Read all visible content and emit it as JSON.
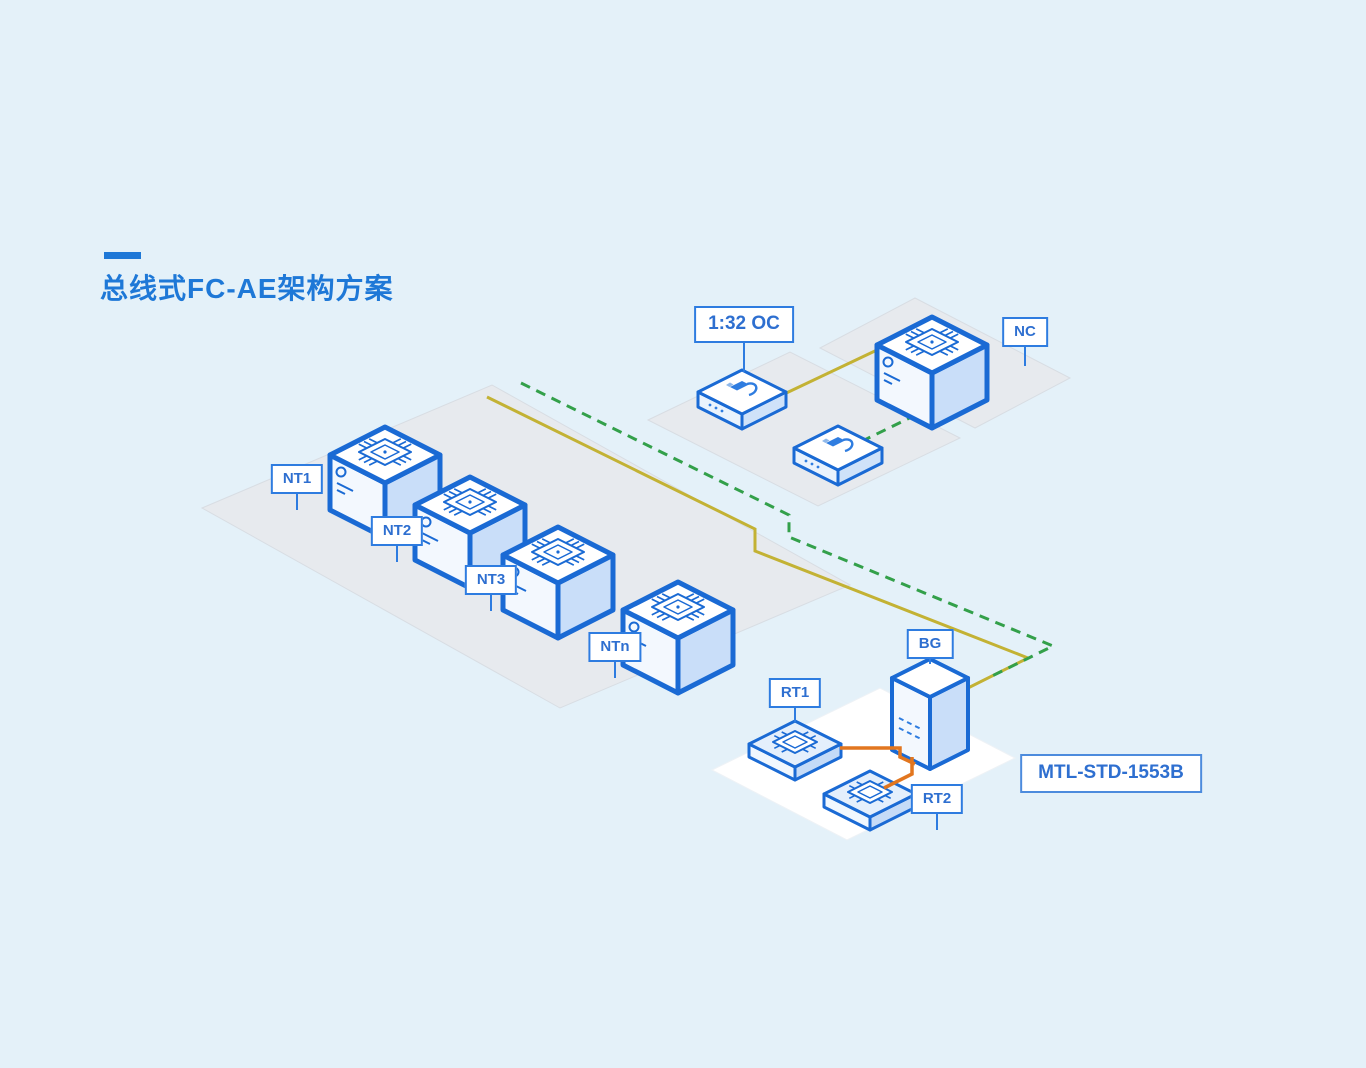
{
  "title": {
    "text": "总线式FC-AE架构方案"
  },
  "diagram": {
    "labels": [
      {
        "id": "nt1",
        "text": "NT1"
      },
      {
        "id": "nt2",
        "text": "NT2"
      },
      {
        "id": "nt3",
        "text": "NT3"
      },
      {
        "id": "ntn",
        "text": "NTn"
      },
      {
        "id": "oc",
        "text": "1:32 OC"
      },
      {
        "id": "nc",
        "text": "NC"
      },
      {
        "id": "bg",
        "text": "BG"
      },
      {
        "id": "rt1",
        "text": "RT1"
      },
      {
        "id": "rt2",
        "text": "RT2"
      },
      {
        "id": "mtl",
        "text": "MTL-STD-1553B"
      }
    ],
    "nodes": [
      {
        "id": "NT1",
        "type": "network-terminal-cube",
        "platform": "nt-platform"
      },
      {
        "id": "NT2",
        "type": "network-terminal-cube",
        "platform": "nt-platform"
      },
      {
        "id": "NT3",
        "type": "network-terminal-cube",
        "platform": "nt-platform"
      },
      {
        "id": "NTn",
        "type": "network-terminal-cube",
        "platform": "nt-platform"
      },
      {
        "id": "1:32 OC",
        "type": "optical-coupler-pair",
        "platform": "oc-platform"
      },
      {
        "id": "NC",
        "type": "network-controller-cube",
        "platform": "nc-platform"
      },
      {
        "id": "BG",
        "type": "bridge-gateway-tower",
        "platform": "rt-platform"
      },
      {
        "id": "RT1",
        "type": "remote-terminal-board",
        "platform": "rt-platform"
      },
      {
        "id": "RT2",
        "type": "remote-terminal-board",
        "platform": "rt-platform"
      }
    ],
    "buses": [
      {
        "id": "fiber-bus-a",
        "style": "solid",
        "color": "#c3b234",
        "connects": [
          "NT1",
          "NT2",
          "NT3",
          "NTn",
          "1:32 OC",
          "NC",
          "BG"
        ]
      },
      {
        "id": "fiber-bus-b",
        "style": "dashed",
        "color": "#33a04a",
        "connects": [
          "NT1",
          "NT2",
          "NT3",
          "NTn",
          "1:32 OC",
          "NC",
          "BG"
        ]
      },
      {
        "id": "mil-std-1553b-link",
        "style": "solid",
        "color": "#e2761f",
        "connects": [
          "RT1",
          "BG",
          "RT2"
        ]
      }
    ],
    "colors": {
      "background": "#e4f1f9",
      "accent_blue": "#1e78d7",
      "outline_blue": "#1a6ad4",
      "face_shade_blue": "#c9def9",
      "bus_yellow": "#c3b234",
      "bus_green": "#33a04a",
      "link_orange": "#e2761f",
      "platform_gray": "#e7eaee",
      "platform_white": "#ffffff"
    }
  }
}
